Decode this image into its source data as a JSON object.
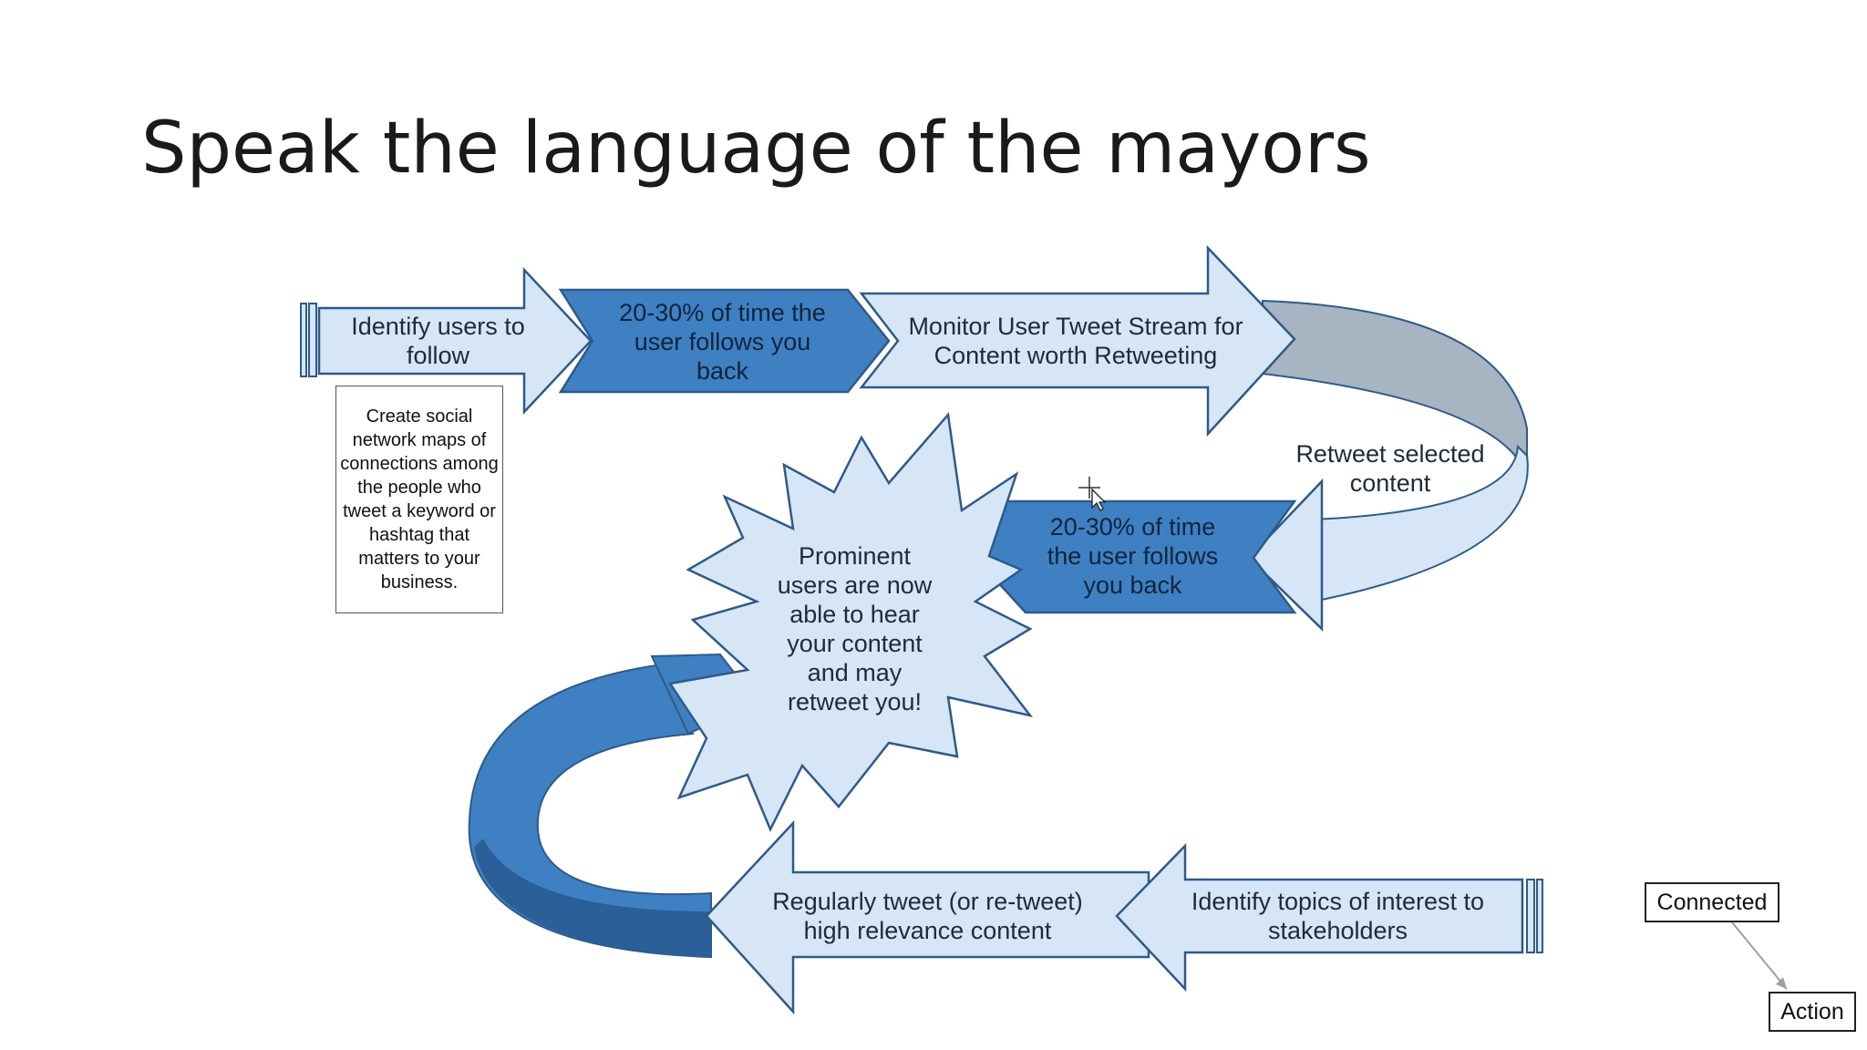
{
  "slide": {
    "title": "Speak the language of the mayors"
  },
  "diagram": {
    "step_identify_users": "Identify users to follow",
    "step_follow_back_top": "20-30% of time the user follows you back",
    "step_monitor": "Monitor User Tweet Stream for Content worth Retweeting",
    "step_retweet": "Retweet selected content",
    "step_follow_back_mid": "20-30% of time the user follows you back",
    "burst_text": "Prominent users are now able to hear your content and may retweet you!",
    "step_regular_tweet": "Regularly tweet (or re-tweet) high relevance content",
    "step_identify_topics": "Identify topics of interest to stakeholders",
    "note_text": "Create social network maps of connections among the people who tweet a keyword or hashtag that matters to your business."
  },
  "corner": {
    "connected_label": "Connected",
    "action_label": "Action"
  },
  "colors": {
    "light_fill": "#d6e6f6",
    "dark_fill": "#3f80c2",
    "outline": "#2e5a8a",
    "grey_ribbon": "#a7b4c2"
  }
}
